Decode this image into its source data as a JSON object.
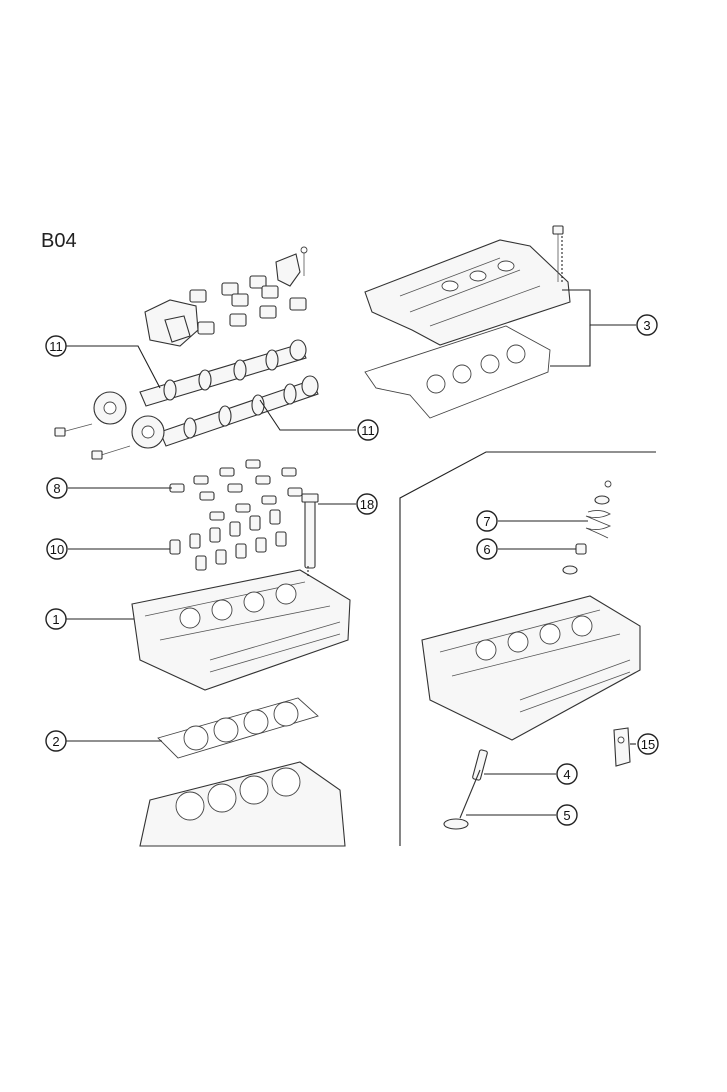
{
  "diagram": {
    "page_code": "B04",
    "callouts": [
      {
        "id": "c11a",
        "label": "11"
      },
      {
        "id": "c11b",
        "label": "11"
      },
      {
        "id": "c3",
        "label": "3"
      },
      {
        "id": "c8",
        "label": "8"
      },
      {
        "id": "c18",
        "label": "18"
      },
      {
        "id": "c10",
        "label": "10"
      },
      {
        "id": "c7",
        "label": "7"
      },
      {
        "id": "c6",
        "label": "6"
      },
      {
        "id": "c1",
        "label": "1"
      },
      {
        "id": "c2",
        "label": "2"
      },
      {
        "id": "c15",
        "label": "15"
      },
      {
        "id": "c4",
        "label": "4"
      },
      {
        "id": "c5",
        "label": "5"
      }
    ]
  }
}
